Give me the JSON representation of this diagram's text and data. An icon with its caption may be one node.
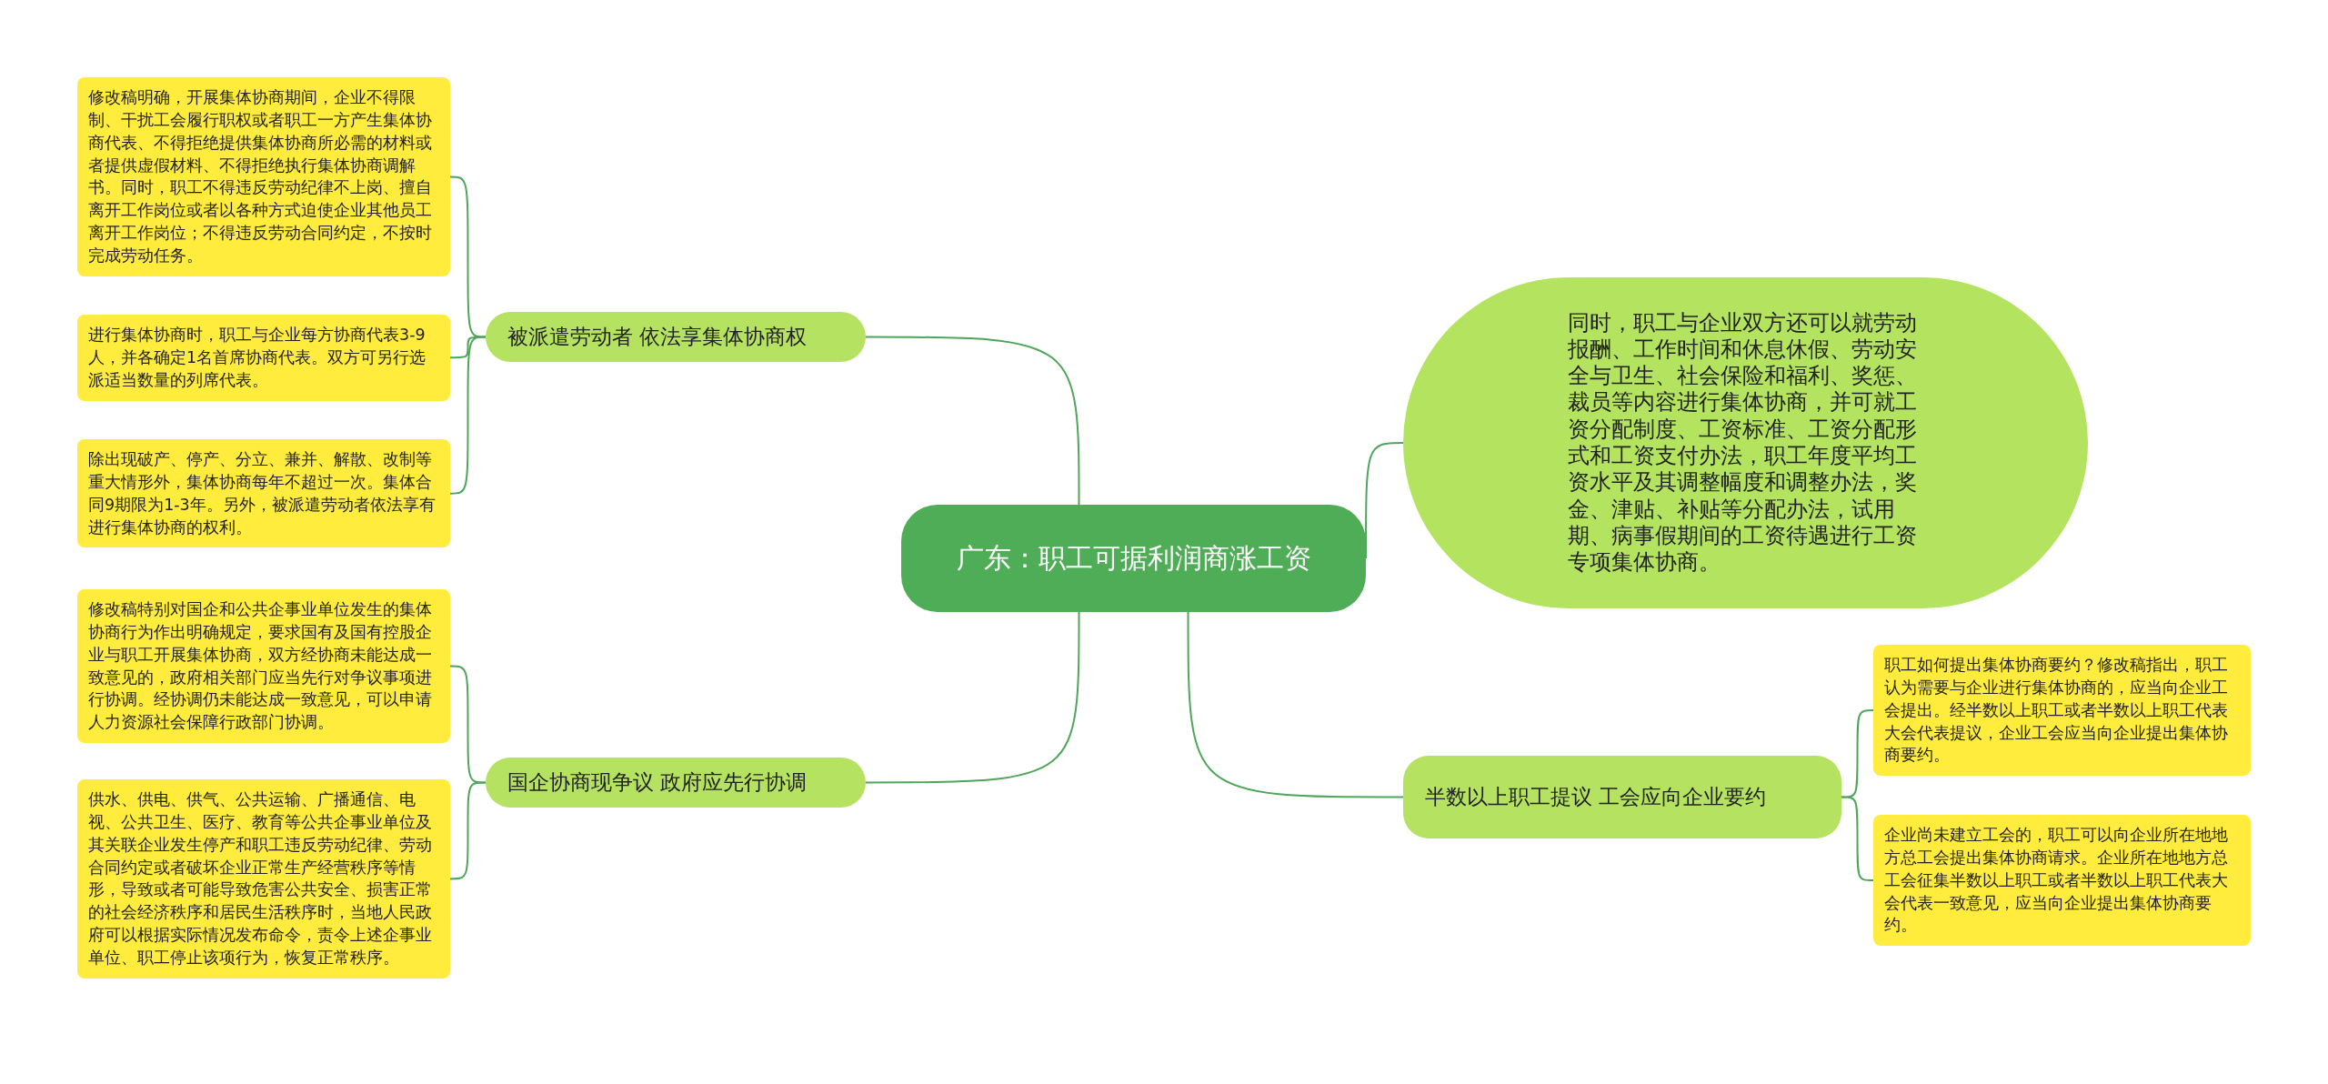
{
  "diagram": {
    "nodes": [
      {
        "text": [
          "广东：职工可据利润商涨工资"
        ]
      },
      {
        "text": [
          "被派遣劳动者 依法享集体协商权"
        ]
      },
      {
        "text": [
          "修改稿明确，开展集体协商期间，企业不得限制、干扰工会履行职权或者职工一方产生集体协商代表、不得拒绝提供集体协商所必需的材料或者提供虚假材料、不得拒绝执行集体协商调解书。同时，职工不得违反劳动纪律不上岗、擅自离开工作岗位或者以各种方式迫使企业其他员工离开工作岗位；不得违反劳动合同约定，不按时完成劳动任务。"
        ]
      },
      {
        "text": [
          "进行集体协商时，职工与企业每方协商代表3-9人，并各确定1名首席协商代表。双方可另行选派适当数量的列席代表。"
        ]
      },
      {
        "text": [
          "除出现破产、停产、分立、兼并、解散、改制等重大情形外，集体协商每年不超过一次。集体合同9期限为1-3年。另外，被派遣劳动者依法享有进行集体协商的权利。"
        ]
      },
      {
        "text": [
          "国企协商现争议 政府应先行协调"
        ]
      },
      {
        "text": [
          "修改稿特别对国企和公共企事业单位发生的集体协商行为作出明确规定，要求国有及国有控股企业与职工开展集体协商，双方经协商未能达成一致意见的，政府相关部门应当先行对争议事项进行协调。经协调仍未能达成一致意见，可以申请人力资源社会保障行政部门协调。"
        ]
      },
      {
        "text": [
          "供水、供电、供气、公共运输、广播通信、电视、公共卫生、医疗、教育等公共企事业单位及其关联企业发生停产和职工违反劳动纪律、劳动合同约定或者破坏企业正常生产经营秩序等情形，导致或者可能导致危害公共安全、损害正常的社会经济秩序和居民生活秩序时，当地人民政府可以根据实际情况发布命令，责令上述企事业单位、职工停止该项行为，恢复正常秩序。"
        ]
      },
      {
        "text": [
          "同时，职工与企业双方还可以就劳动报酬、工作时间和休息休假、劳动安全与卫生、社会保险和福利、奖惩、裁员等内容进行集体协商，并可就工资分配制度、工资标准、工资分配形式和工资支付办法，职工年度平均工资水平及其调整幅度和调整办法，奖金、津贴、补贴等分配办法，试用期、病事假期间的工资待遇进行工资专项集体协商。"
        ]
      },
      {
        "text": [
          "半数以上职工提议 工会应向企业要约"
        ]
      },
      {
        "text": [
          "职工如何提出集体协商要约？修改稿指出，职工认为需要与企业进行集体协商的，应当向企业工会提出。经半数以上职工或者半数以上职工代表大会代表提议，企业工会应当向企业提出集体协商要约。"
        ]
      },
      {
        "text": [
          "企业尚未建立工会的，职工可以向企业所在地地方总工会提出集体协商请求。企业所在地地方总工会征集半数以上职工或者半数以上职工代表大会代表一致意见，应当向企业提出集体协商要约。"
        ]
      }
    ],
    "edges": [
      {
        "from": 0,
        "to": 1,
        "arrow": "none"
      },
      {
        "from": 1,
        "to": 2,
        "arrow": "none"
      },
      {
        "from": 1,
        "to": 3,
        "arrow": "none"
      },
      {
        "from": 1,
        "to": 4,
        "arrow": "none"
      },
      {
        "from": 0,
        "to": 5,
        "arrow": "none"
      },
      {
        "from": 5,
        "to": 6,
        "arrow": "none"
      },
      {
        "from": 5,
        "to": 7,
        "arrow": "none"
      },
      {
        "from": 0,
        "to": 8,
        "arrow": "none"
      },
      {
        "from": 0,
        "to": 9,
        "arrow": "none"
      },
      {
        "from": 9,
        "to": 10,
        "arrow": "none"
      },
      {
        "from": 9,
        "to": 11,
        "arrow": "none"
      }
    ]
  }
}
